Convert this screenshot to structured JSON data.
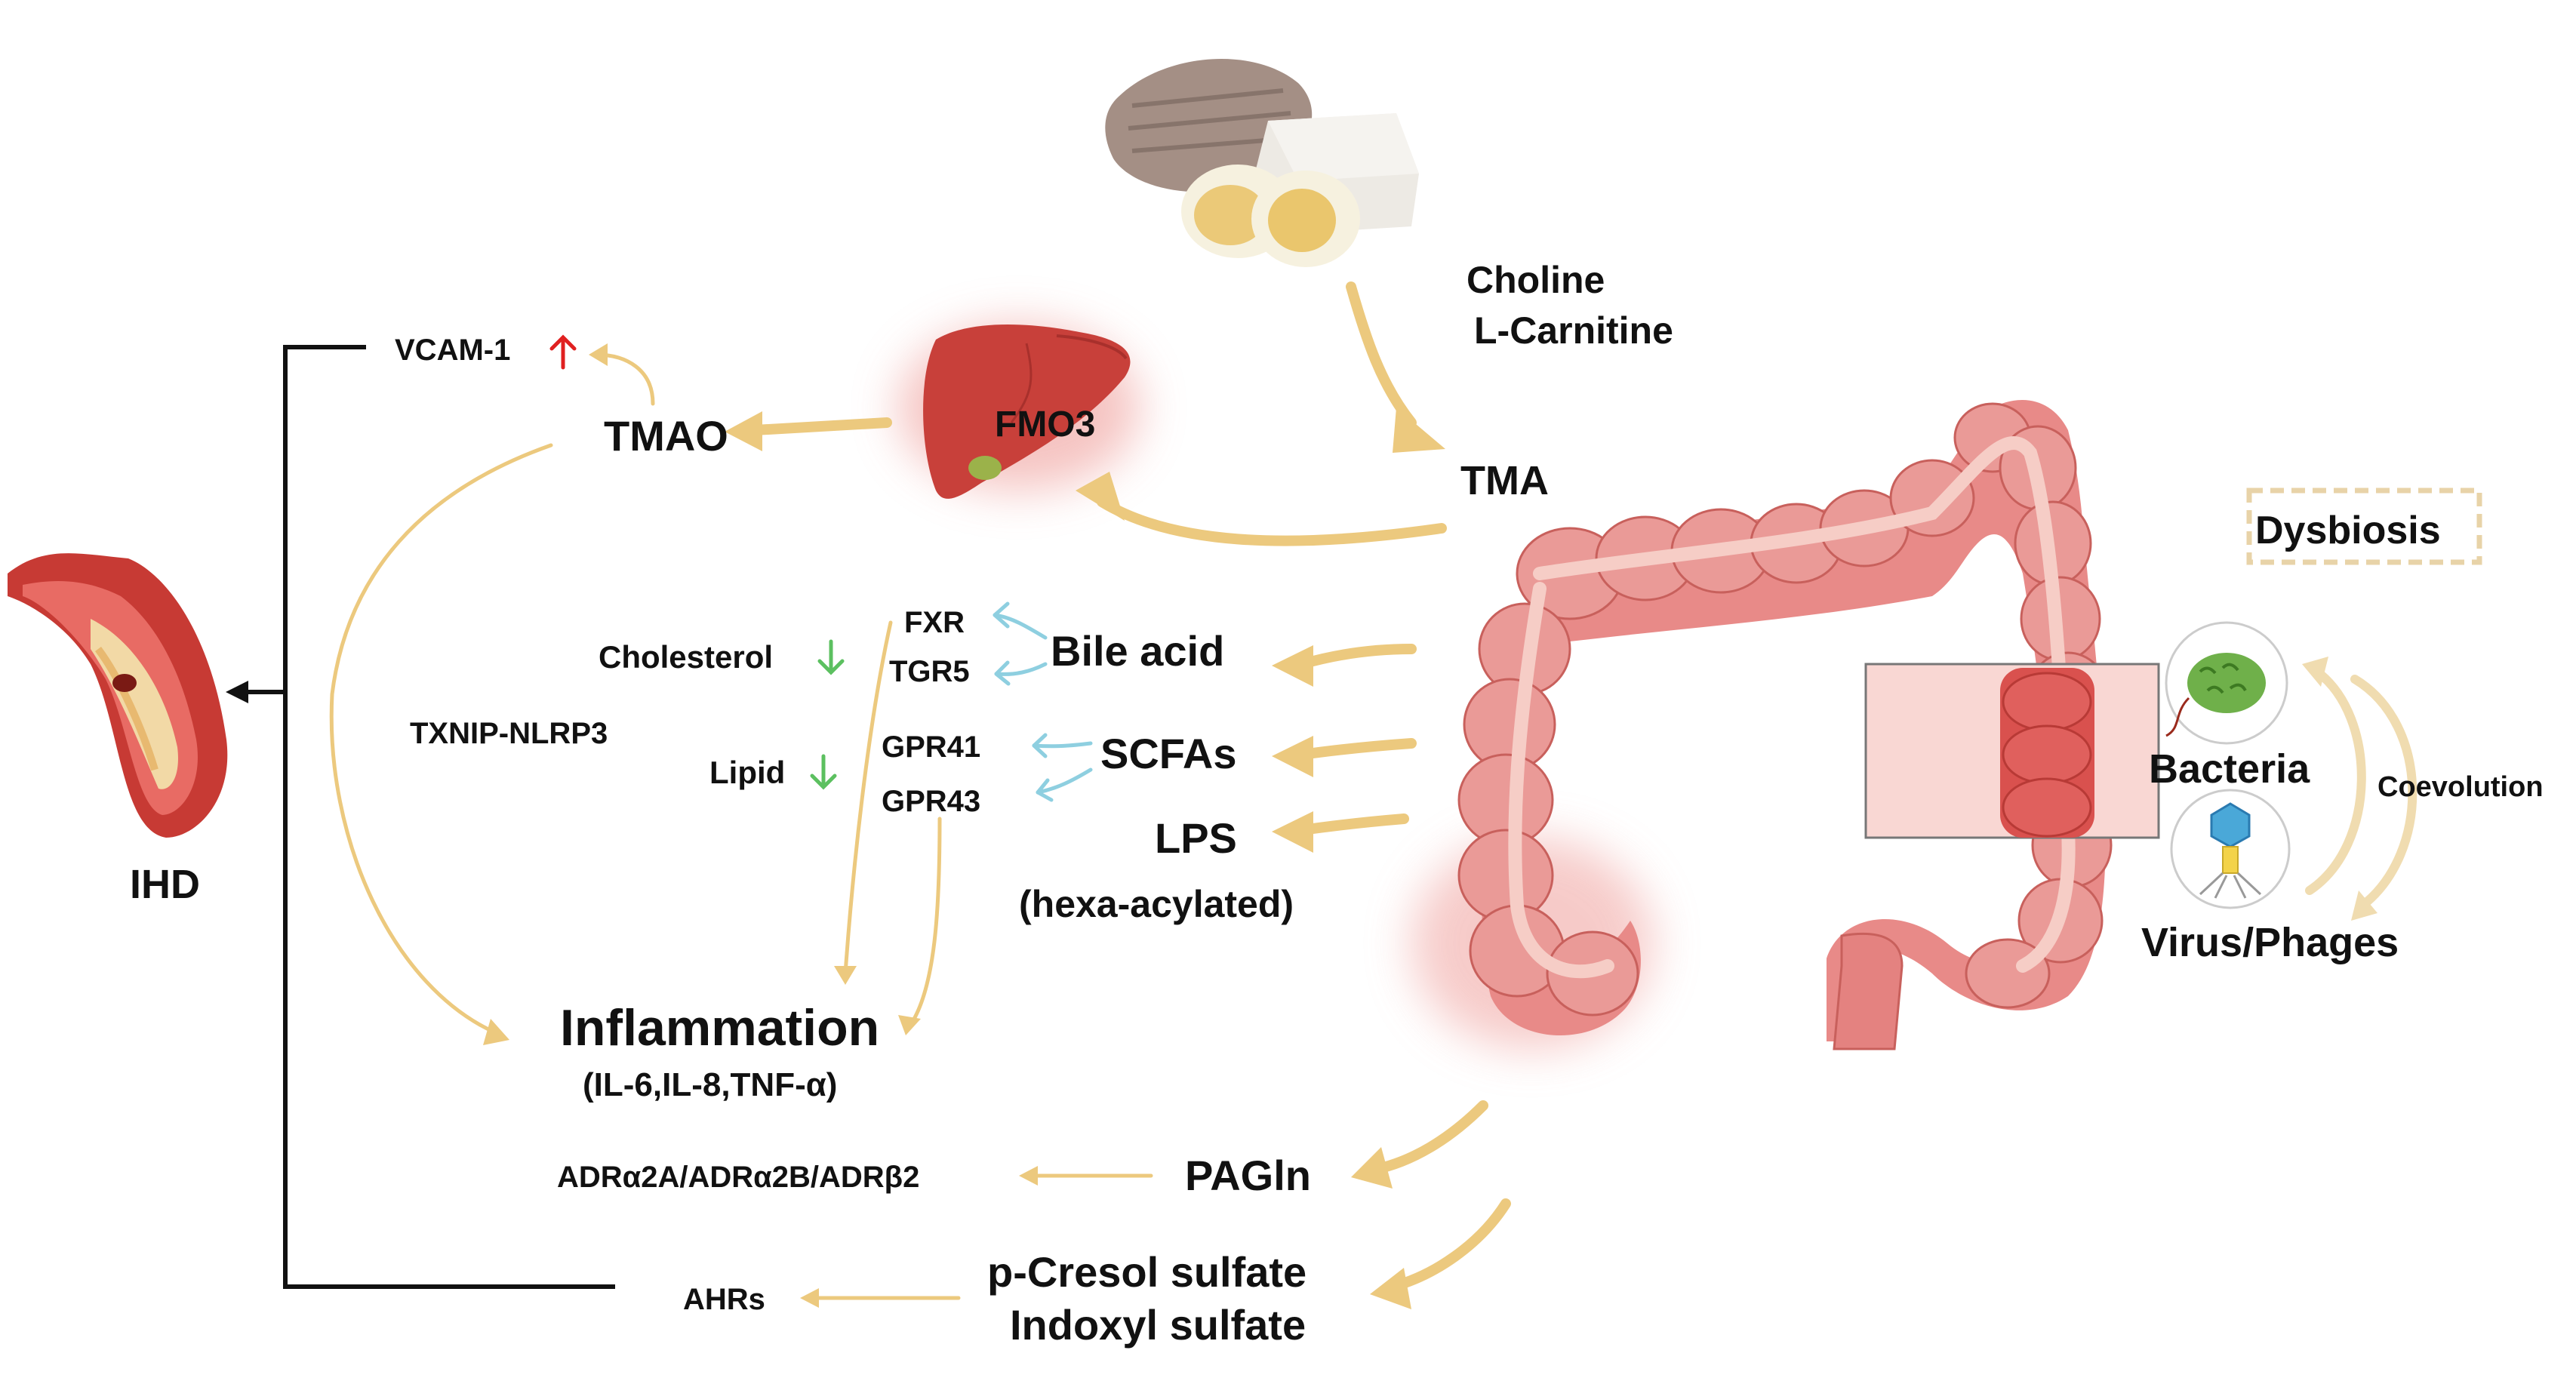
{
  "labels": {
    "choline": "Choline",
    "l_carnitine": "L-Carnitine",
    "tma": "TMA",
    "tmao": "TMAO",
    "fmo3": "FMO3",
    "vcam": "VCAM-1",
    "ihd": "IHD",
    "txnip": "TXNIP-NLRP3",
    "cholesterol": "Cholesterol",
    "lipid": "Lipid",
    "fxr": "FXR",
    "tgr5": "TGR5",
    "gpr41": "GPR41",
    "gpr43": "GPR43",
    "bile_acid": "Bile acid",
    "scfas": "SCFAs",
    "lps": "LPS",
    "lps_sub": "(hexa-acylated)",
    "inflammation": "Inflammation",
    "inflammation_sub": "(IL-6,IL-8,TNF-α)",
    "adr": "ADRα2A/ADRα2B/ADRβ2",
    "pagln": "PAGln",
    "ahrs": "AHRs",
    "p_cresol": "p-Cresol sulfate",
    "indoxyl": "Indoxyl sulfate",
    "dysbiosis": "Dysbiosis",
    "bacteria": "Bacteria",
    "virus": "Virus/Phages",
    "coevolution": "Coevolution"
  },
  "indicators": {
    "vcam": "up",
    "cholesterol": "down",
    "lipid": "down"
  },
  "colors": {
    "flow_arrow": "#ecc97e",
    "receptor_arrow": "#8ecfe0",
    "up_arrow": "#e02020",
    "down_arrow": "#5cc060",
    "intestine": "#e88a88",
    "intestine_dark": "#d8605e",
    "intestine_highlight": "#f6cdc6",
    "liver": "#c8403a",
    "vessel": "#d5443c",
    "plaque": "#f2d9a6",
    "bracket": "#111111",
    "dysbiosis_border": "#e8d3a8"
  },
  "icons": [
    "food-icon",
    "liver-icon",
    "blood-vessel-icon",
    "intestine-icon",
    "bacteria-icon",
    "phage-icon"
  ]
}
